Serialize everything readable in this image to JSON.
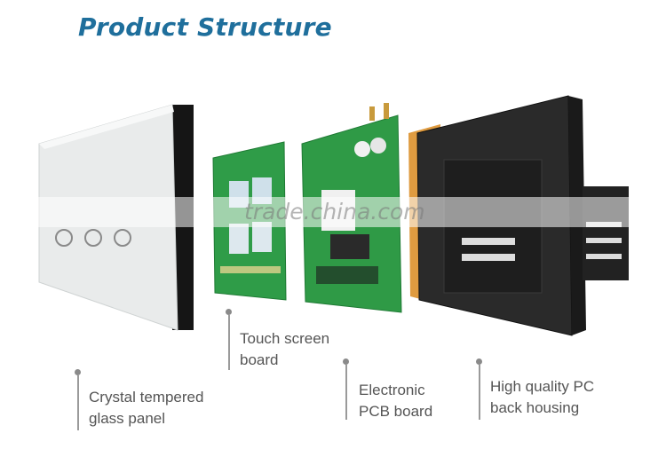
{
  "title": "Product Structure",
  "watermark": "trade.china.com",
  "labels": {
    "glass": [
      "Crystal tempered",
      "glass panel"
    ],
    "touch": [
      "Touch screen",
      "board"
    ],
    "pcb": [
      "Electronic",
      "PCB board"
    ],
    "housing": [
      "High quality PC",
      "back housing"
    ]
  },
  "colors": {
    "title": "#1f6f9c",
    "pcb_green": "#2e9e49",
    "housing": "#2b2b2b",
    "glass": "#eceeee"
  }
}
